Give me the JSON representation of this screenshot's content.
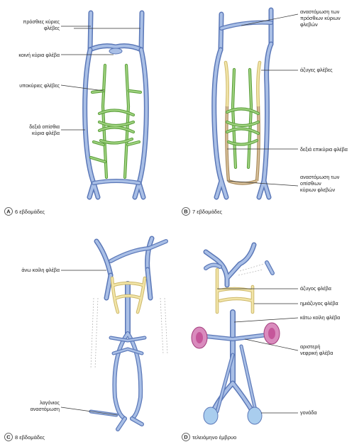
{
  "panels": {
    "a": {
      "letter": "A",
      "caption": "6 εβδομάδες",
      "labels": {
        "anterior_cardinal_1": "πρόσθιες κύριες",
        "anterior_cardinal_2": "φλέβες",
        "common_cardinal": "κοινή κύρια φλέβα",
        "subcardinal": "υποκύριες φλέβες",
        "posterior_cardinal_1": "δεξιά οπίσθια",
        "posterior_cardinal_2": "κύρια φλέβα"
      }
    },
    "b": {
      "letter": "B",
      "caption": "7 εβδομάδες",
      "labels": {
        "anastomosis_anterior_1": "αναστόμωση των",
        "anastomosis_anterior_2": "πρόσθιων κύριων",
        "anastomosis_anterior_3": "φλεβών",
        "azygos_veins": "άζυγες φλέβες",
        "right_supracardinal": "δεξιά επικύρια φλέβα",
        "anastomosis_posterior_1": "αναστόμωση των",
        "anastomosis_posterior_2": "οπίσθιων",
        "anastomosis_posterior_3": "κύριων φλεβών"
      }
    },
    "c": {
      "letter": "C",
      "caption": "8 εβδομάδες",
      "labels": {
        "superior_vena_cava": "άνω κοίλη φλέβα",
        "iliac_anastomosis_1": "λαγόνιος",
        "iliac_anastomosis_2": "αναστόμωση"
      }
    },
    "d": {
      "letter": "D",
      "caption": "τελειόμηνο έμβρυο",
      "labels": {
        "azygos_vein": "άζυγος φλέβα",
        "hemiazygos_vein": "ημιάζυγος φλέβα",
        "inferior_vena_cava": "κάτω κοίλη φλέβα",
        "left_renal_vein_1": "αριστερή",
        "left_renal_vein_2": "νεφρική φλέβα",
        "gonad": "γονάδα"
      }
    }
  },
  "colors": {
    "vein": "#5b78b8",
    "vein_fill": "#a9bfe6",
    "subcardinal_green": "#5a9e3a",
    "supracardinal_yellow": "#f2e5a8",
    "posterior_brown": "#a8895a",
    "kidney": "#c5569a",
    "gonad": "#a9cdee"
  }
}
